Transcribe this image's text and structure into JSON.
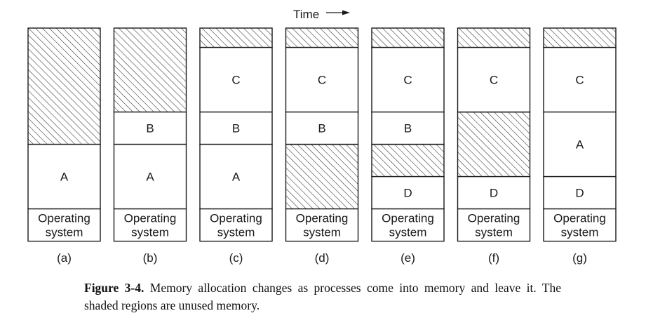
{
  "time_label": "Time",
  "caption": {
    "label": "Figure 3-4.",
    "text": "Memory allocation changes as processes come into memory and leave it. The shaded regions are unused memory."
  },
  "columns": [
    {
      "label": "(a)",
      "blocks": [
        {
          "units": 7.2,
          "free": true,
          "text": ""
        },
        {
          "units": 4.0,
          "free": false,
          "text": "A"
        },
        {
          "units": 2.0,
          "free": false,
          "text": "Operating|system"
        }
      ]
    },
    {
      "label": "(b)",
      "blocks": [
        {
          "units": 5.2,
          "free": true,
          "text": ""
        },
        {
          "units": 2.0,
          "free": false,
          "text": "B"
        },
        {
          "units": 4.0,
          "free": false,
          "text": "A"
        },
        {
          "units": 2.0,
          "free": false,
          "text": "Operating|system"
        }
      ]
    },
    {
      "label": "(c)",
      "blocks": [
        {
          "units": 1.2,
          "free": true,
          "text": ""
        },
        {
          "units": 4.0,
          "free": false,
          "text": "C"
        },
        {
          "units": 2.0,
          "free": false,
          "text": "B"
        },
        {
          "units": 4.0,
          "free": false,
          "text": "A"
        },
        {
          "units": 2.0,
          "free": false,
          "text": "Operating|system"
        }
      ]
    },
    {
      "label": "(d)",
      "blocks": [
        {
          "units": 1.2,
          "free": true,
          "text": ""
        },
        {
          "units": 4.0,
          "free": false,
          "text": "C"
        },
        {
          "units": 2.0,
          "free": false,
          "text": "B"
        },
        {
          "units": 4.0,
          "free": true,
          "text": ""
        },
        {
          "units": 2.0,
          "free": false,
          "text": "Operating|system"
        }
      ]
    },
    {
      "label": "(e)",
      "blocks": [
        {
          "units": 1.2,
          "free": true,
          "text": ""
        },
        {
          "units": 4.0,
          "free": false,
          "text": "C"
        },
        {
          "units": 2.0,
          "free": false,
          "text": "B"
        },
        {
          "units": 2.0,
          "free": true,
          "text": ""
        },
        {
          "units": 2.0,
          "free": false,
          "text": "D"
        },
        {
          "units": 2.0,
          "free": false,
          "text": "Operating|system"
        }
      ]
    },
    {
      "label": "(f)",
      "blocks": [
        {
          "units": 1.2,
          "free": true,
          "text": ""
        },
        {
          "units": 4.0,
          "free": false,
          "text": "C"
        },
        {
          "units": 4.0,
          "free": true,
          "text": ""
        },
        {
          "units": 2.0,
          "free": false,
          "text": "D"
        },
        {
          "units": 2.0,
          "free": false,
          "text": "Operating|system"
        }
      ]
    },
    {
      "label": "(g)",
      "blocks": [
        {
          "units": 1.2,
          "free": true,
          "text": ""
        },
        {
          "units": 4.0,
          "free": false,
          "text": "C"
        },
        {
          "units": 4.0,
          "free": false,
          "text": "A"
        },
        {
          "units": 2.0,
          "free": false,
          "text": "D"
        },
        {
          "units": 2.0,
          "free": false,
          "text": "Operating|system"
        }
      ]
    }
  ],
  "colors": {
    "stroke": "#1a1a1a",
    "hatch": "#2a2a2a",
    "background": "#ffffff"
  }
}
